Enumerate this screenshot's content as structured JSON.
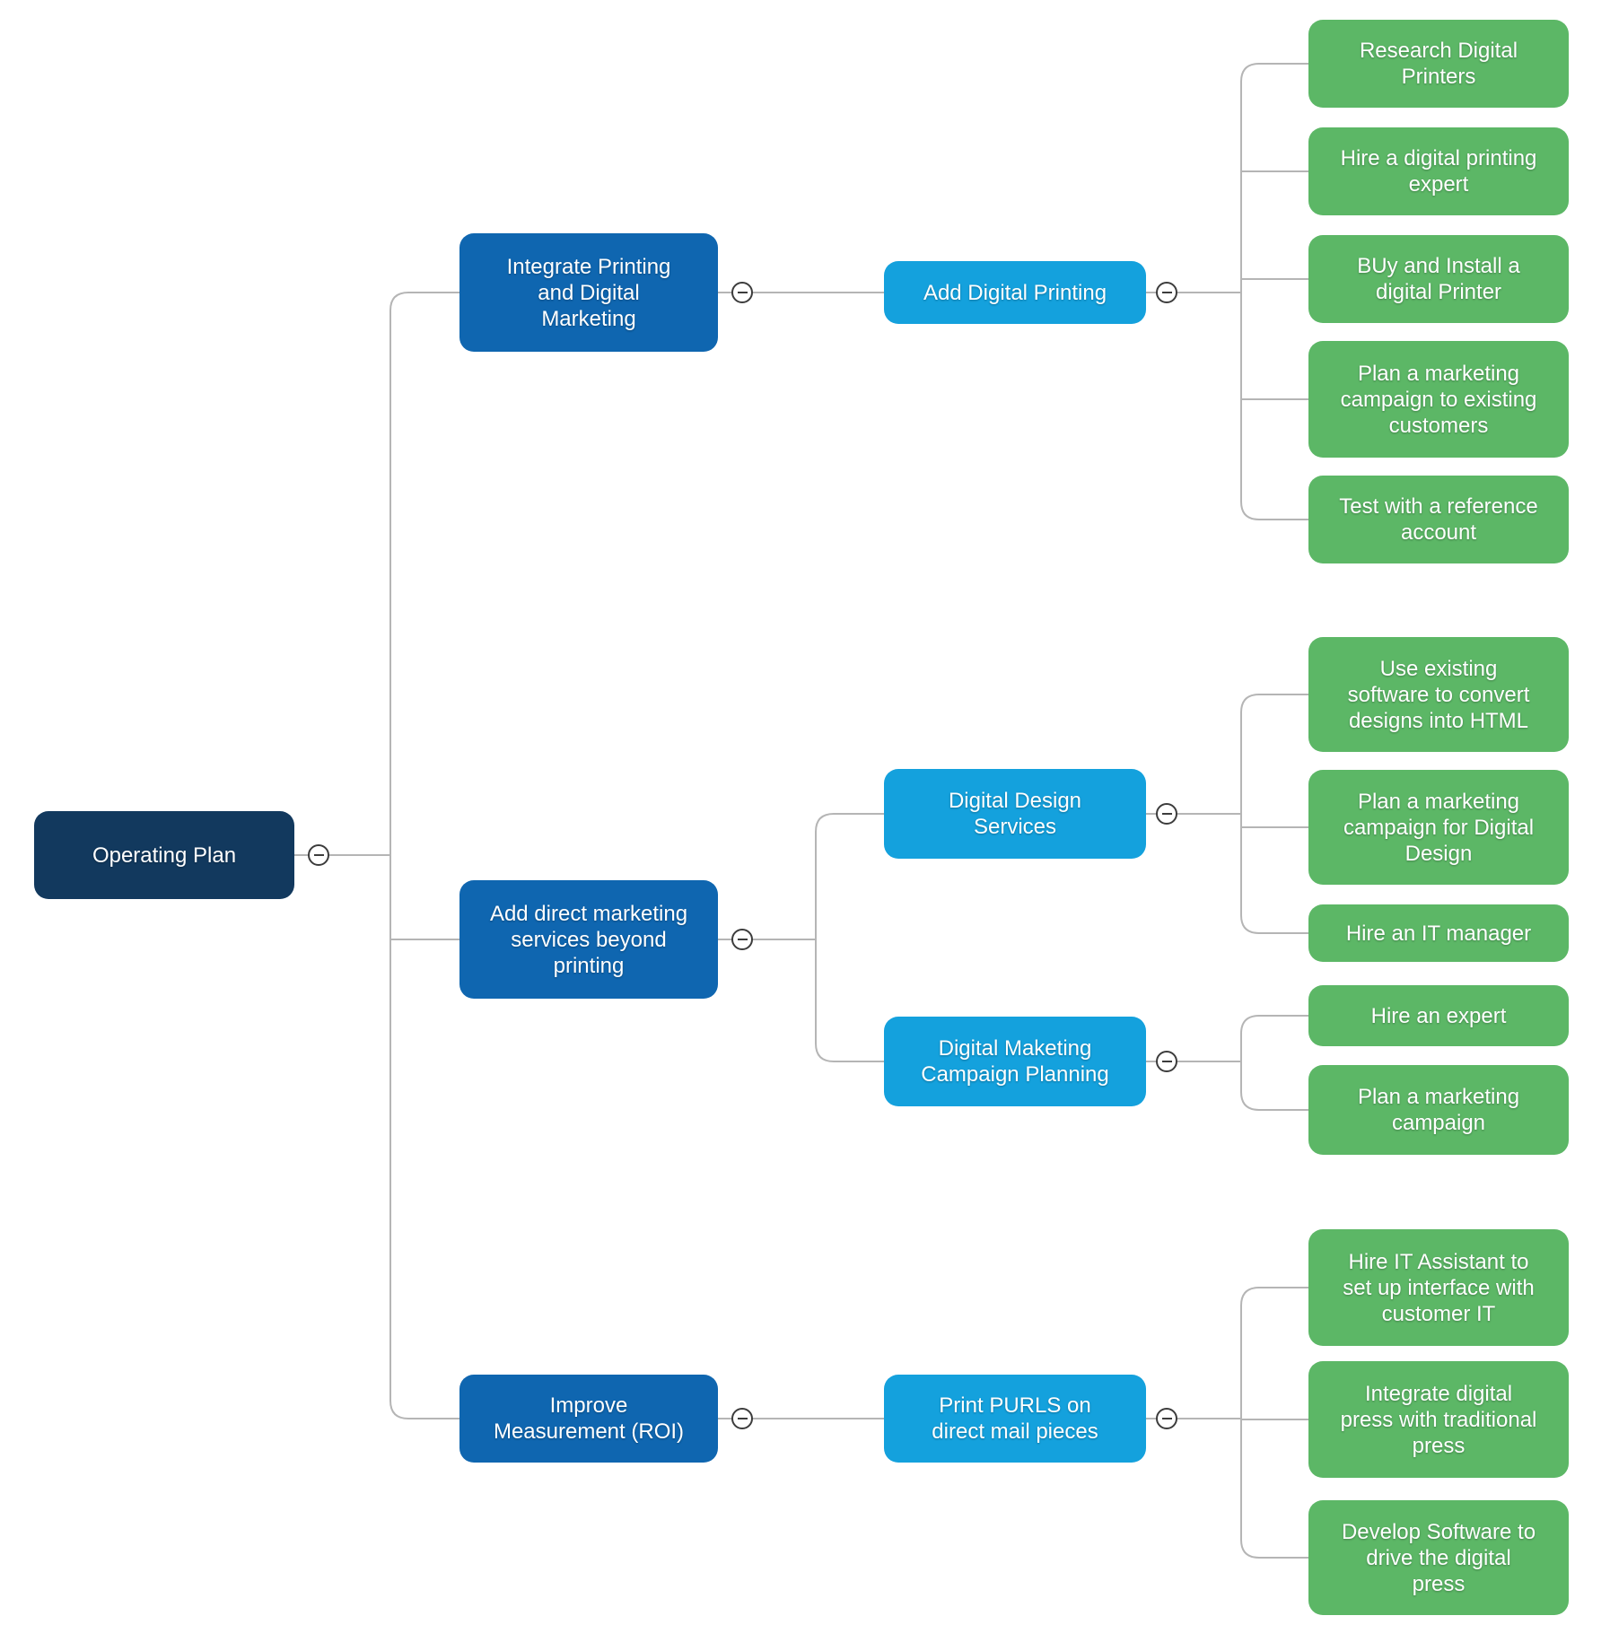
{
  "colors": {
    "root_fill": "#12395e",
    "branch_fill": "#0f66b0",
    "sub_branch_fill": "#14a1dd",
    "leaf_fill": "#5cb766",
    "connector": "#b5b5b5",
    "text": "#ffffff",
    "collapse_icon": "#3c3c3c"
  },
  "tree": {
    "root": {
      "label": "Operating Plan"
    },
    "branches": [
      {
        "label": "Integrate Printing\nand Digital\nMarketing",
        "children": [
          {
            "label": "Add Digital Printing",
            "children": [
              {
                "label": "Research Digital\nPrinters"
              },
              {
                "label": "Hire a digital printing\nexpert"
              },
              {
                "label": "BUy and Install a\ndigital Printer"
              },
              {
                "label": "Plan a marketing\ncampaign to existing\ncustomers"
              },
              {
                "label": "Test with a reference\naccount"
              }
            ]
          }
        ]
      },
      {
        "label": "Add direct marketing\nservices beyond\nprinting",
        "children": [
          {
            "label": "Digital Design\nServices",
            "children": [
              {
                "label": "Use existing\nsoftware to convert\ndesigns into HTML"
              },
              {
                "label": "Plan a marketing\ncampaign for Digital\nDesign"
              },
              {
                "label": "Hire an IT manager"
              }
            ]
          },
          {
            "label": "Digital Maketing\nCampaign Planning",
            "children": [
              {
                "label": "Hire an expert"
              },
              {
                "label": "Plan a marketing\ncampaign"
              }
            ]
          }
        ]
      },
      {
        "label": "Improve\nMeasurement (ROI)",
        "children": [
          {
            "label": "Print PURLS on\ndirect mail pieces",
            "children": [
              {
                "label": "Hire IT Assistant to\nset up interface with\ncustomer IT"
              },
              {
                "label": "Integrate digital\npress with traditional\npress"
              },
              {
                "label": "Develop Software to\ndrive the digital\npress"
              }
            ]
          }
        ]
      }
    ]
  }
}
